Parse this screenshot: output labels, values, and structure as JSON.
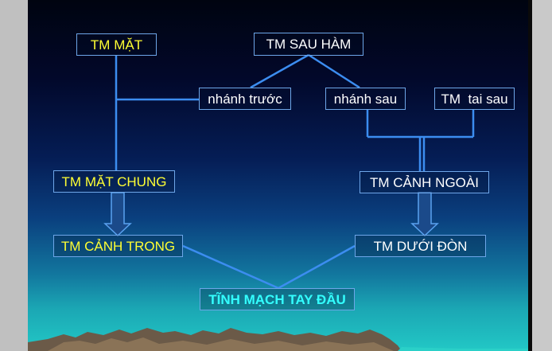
{
  "diagram": {
    "nodes": {
      "tm_mat": "TM MẶT",
      "tm_sau_ham": "TM SAU HÀM",
      "nhanh_truoc": "nhánh trước",
      "nhanh_sau": "nhánh sau",
      "tm_tai_sau": "TM  tai sau",
      "tm_mat_chung": "TM MẶT CHUNG",
      "tm_canh_ngoai": "TM CẢNH NGOÀI",
      "tm_canh_trong": "TM CẢNH TRONG",
      "tm_duoi_don": "TM DƯỚI ĐÒN",
      "tinh_mach_tay_dau": "TĨNH MẠCH TAY ĐẦU"
    },
    "colors": {
      "line": "#3c8df0",
      "box_border": "#6ea6e8",
      "yellow_text": "#ffff33",
      "white_text": "#ffffff",
      "cyan_text": "#33ffff"
    }
  }
}
